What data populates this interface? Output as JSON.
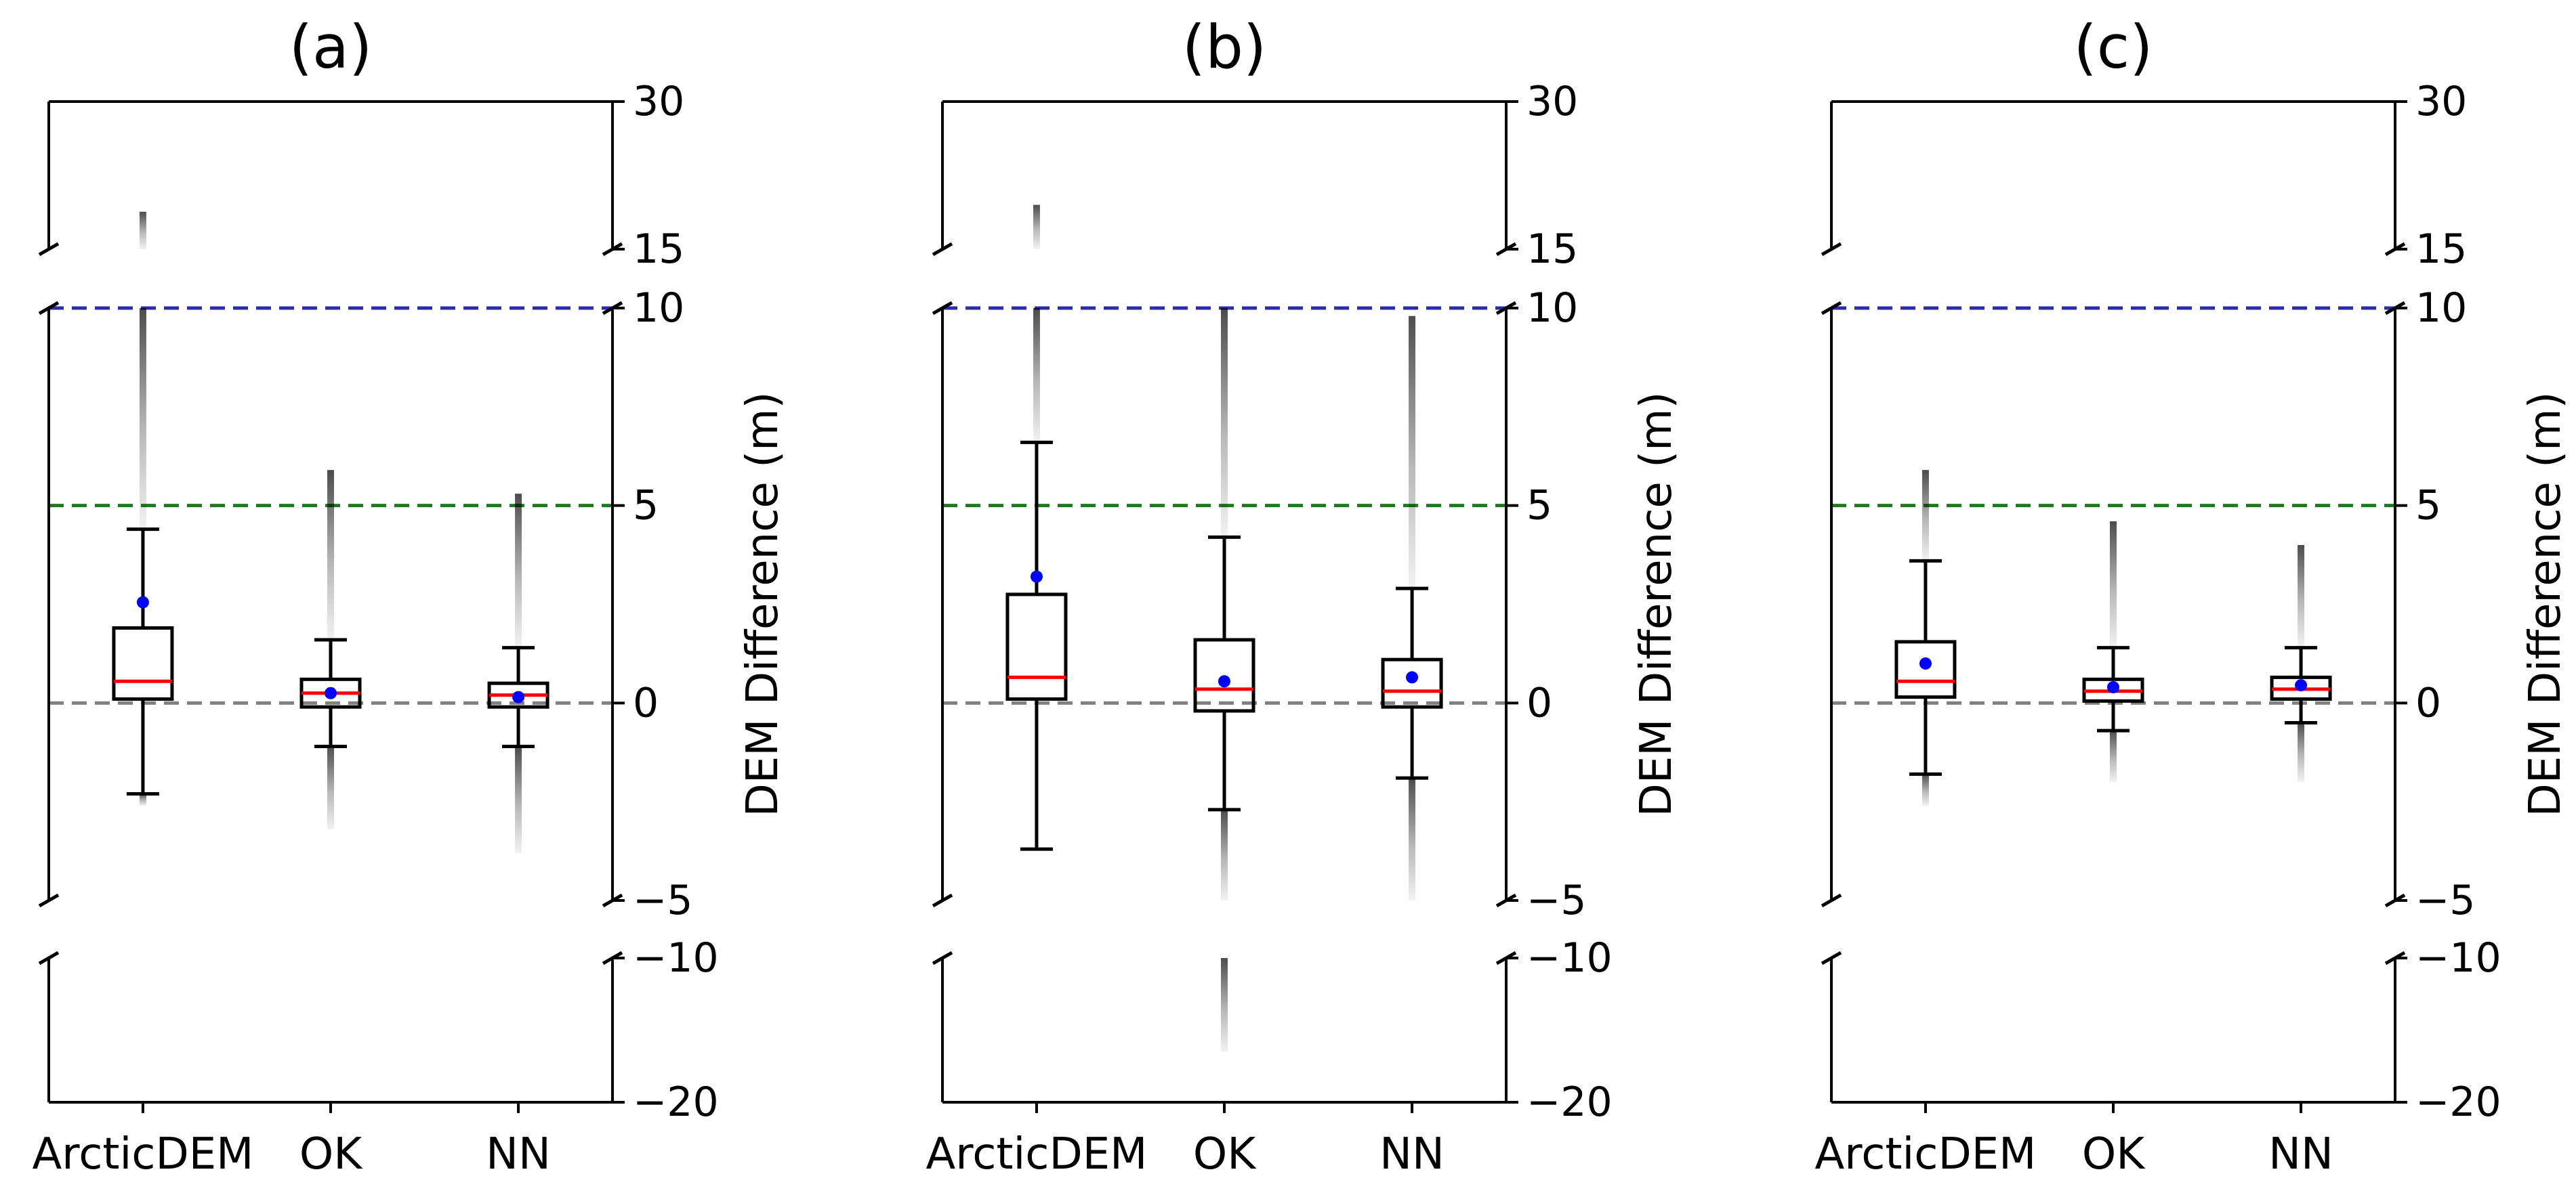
{
  "chart_data": [
    {
      "type": "box",
      "title": "(a)",
      "ylabel": "DEM Difference (m)",
      "categories": [
        "ArcticDEM",
        "OK",
        "NN"
      ],
      "y_segments": [
        [
          -20,
          -10
        ],
        [
          -5,
          10
        ],
        [
          15,
          30
        ]
      ],
      "yticks": [
        -20,
        -10,
        -5,
        0,
        5,
        10,
        15,
        30
      ],
      "reference_lines": [
        {
          "value": 10,
          "color": "#2b2bb0",
          "style": "dashed"
        },
        {
          "value": 5,
          "color": "#1f7a1f",
          "style": "dashed"
        },
        {
          "value": 0,
          "color": "#808080",
          "style": "dashed"
        }
      ],
      "boxes": [
        {
          "category": "ArcticDEM",
          "q1": 0.1,
          "median": 0.55,
          "q3": 1.9,
          "whisker_low": -2.3,
          "whisker_high": 4.4,
          "mean": 2.55,
          "outliers": [
            [
              -2.3,
              -2.6
            ],
            [
              4.4,
              10.0
            ],
            [
              15.0,
              18.8
            ]
          ]
        },
        {
          "category": "OK",
          "q1": -0.1,
          "median": 0.25,
          "q3": 0.6,
          "whisker_low": -1.1,
          "whisker_high": 1.6,
          "mean": 0.25,
          "outliers": [
            [
              -3.2,
              -1.1
            ],
            [
              1.6,
              5.9
            ]
          ]
        },
        {
          "category": "NN",
          "q1": -0.1,
          "median": 0.2,
          "q3": 0.5,
          "whisker_low": -1.1,
          "whisker_high": 1.4,
          "mean": 0.15,
          "outliers": [
            [
              -3.8,
              -1.1
            ],
            [
              1.4,
              5.3
            ]
          ]
        }
      ]
    },
    {
      "type": "box",
      "title": "(b)",
      "ylabel": "DEM Difference (m)",
      "categories": [
        "ArcticDEM",
        "OK",
        "NN"
      ],
      "y_segments": [
        [
          -20,
          -10
        ],
        [
          -5,
          10
        ],
        [
          15,
          30
        ]
      ],
      "yticks": [
        -20,
        -10,
        -5,
        0,
        5,
        10,
        15,
        30
      ],
      "reference_lines": [
        {
          "value": 10,
          "color": "#2b2bb0",
          "style": "dashed"
        },
        {
          "value": 5,
          "color": "#1f7a1f",
          "style": "dashed"
        },
        {
          "value": 0,
          "color": "#808080",
          "style": "dashed"
        }
      ],
      "boxes": [
        {
          "category": "ArcticDEM",
          "q1": 0.1,
          "median": 0.65,
          "q3": 2.75,
          "whisker_low": -3.7,
          "whisker_high": 6.6,
          "mean": 3.2,
          "outliers": [
            [
              6.6,
              10.0
            ],
            [
              15.0,
              19.5
            ]
          ]
        },
        {
          "category": "OK",
          "q1": -0.2,
          "median": 0.35,
          "q3": 1.6,
          "whisker_low": -2.7,
          "whisker_high": 4.2,
          "mean": 0.55,
          "outliers": [
            [
              -5.0,
              -2.7
            ],
            [
              4.2,
              10.0
            ],
            [
              -10.0,
              -16.5
            ]
          ]
        },
        {
          "category": "NN",
          "q1": -0.1,
          "median": 0.3,
          "q3": 1.1,
          "whisker_low": -1.9,
          "whisker_high": 2.9,
          "mean": 0.65,
          "outliers": [
            [
              -5.0,
              -1.9
            ],
            [
              2.9,
              9.8
            ]
          ]
        }
      ]
    },
    {
      "type": "box",
      "title": "(c)",
      "ylabel": "DEM Difference (m)",
      "categories": [
        "ArcticDEM",
        "OK",
        "NN"
      ],
      "y_segments": [
        [
          -20,
          -10
        ],
        [
          -5,
          10
        ],
        [
          15,
          30
        ]
      ],
      "yticks": [
        -20,
        -10,
        -5,
        0,
        5,
        10,
        15,
        30
      ],
      "reference_lines": [
        {
          "value": 10,
          "color": "#2b2bb0",
          "style": "dashed"
        },
        {
          "value": 5,
          "color": "#1f7a1f",
          "style": "dashed"
        },
        {
          "value": 0,
          "color": "#808080",
          "style": "dashed"
        }
      ],
      "boxes": [
        {
          "category": "ArcticDEM",
          "q1": 0.15,
          "median": 0.55,
          "q3": 1.55,
          "whisker_low": -1.8,
          "whisker_high": 3.6,
          "mean": 1.0,
          "outliers": [
            [
              -2.6,
              -1.8
            ],
            [
              3.6,
              5.9
            ]
          ]
        },
        {
          "category": "OK",
          "q1": 0.05,
          "median": 0.3,
          "q3": 0.6,
          "whisker_low": -0.7,
          "whisker_high": 1.4,
          "mean": 0.4,
          "outliers": [
            [
              -2.0,
              -0.7
            ],
            [
              1.4,
              4.6
            ]
          ]
        },
        {
          "category": "NN",
          "q1": 0.1,
          "median": 0.35,
          "q3": 0.65,
          "whisker_low": -0.5,
          "whisker_high": 1.4,
          "mean": 0.45,
          "outliers": [
            [
              -2.0,
              -0.5
            ],
            [
              1.4,
              4.0
            ]
          ]
        }
      ]
    }
  ]
}
